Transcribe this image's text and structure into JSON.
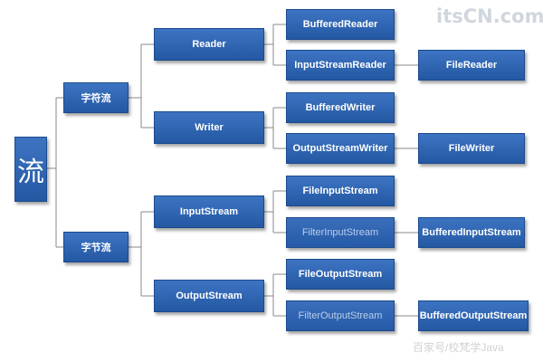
{
  "diagram": {
    "root": "流",
    "character_streams": {
      "label": "字符流",
      "reader": {
        "label": "Reader",
        "buffered": "BufferedReader",
        "input_stream_reader": "InputStreamReader",
        "file_reader": "FileReader"
      },
      "writer": {
        "label": "Writer",
        "buffered": "BufferedWriter",
        "output_stream_writer": "OutputStreamWriter",
        "file_writer": "FileWriter"
      }
    },
    "byte_streams": {
      "label": "字节流",
      "input_stream": {
        "label": "InputStream",
        "file": "FileInputStream",
        "filter": "FilterInputStream",
        "buffered": "BufferedInputStream"
      },
      "output_stream": {
        "label": "OutputStream",
        "file": "FileOutputStream",
        "filter": "FilterOutputStream",
        "buffered": "BufferedOutputStream"
      }
    },
    "connector_color": "#8a8a8a",
    "node_color": "#2d62ad"
  },
  "watermarks": {
    "top_right": "itsCN.com",
    "bottom_right": "百家号/校梵学Java"
  }
}
